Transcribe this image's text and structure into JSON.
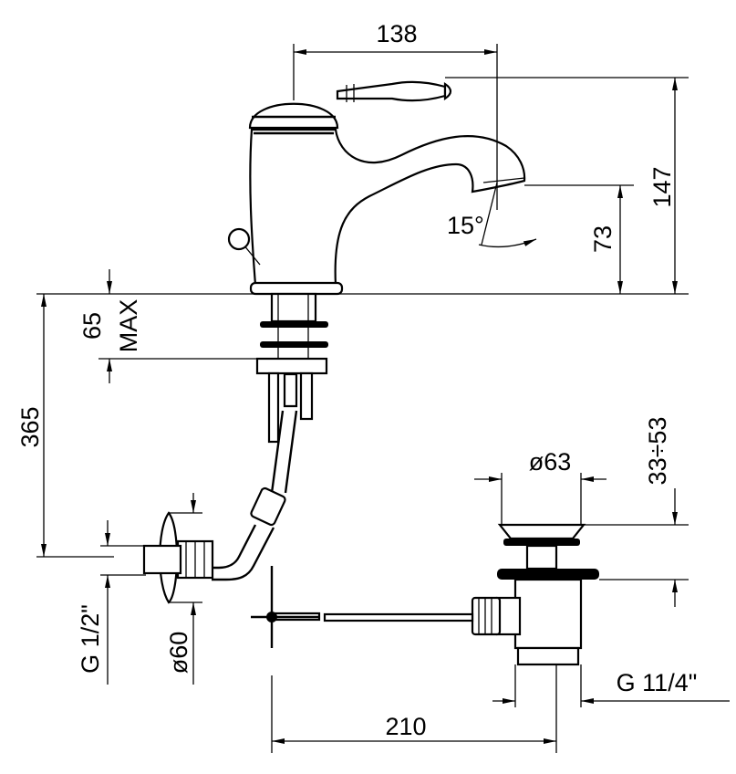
{
  "title": "Basin mixer with pop-up waste – dimension drawing",
  "dimensions": {
    "spout_reach": "138",
    "total_height": "147",
    "spout_height": "73",
    "spout_angle": "15°",
    "max_deck_thickness": "65",
    "max_label": "MAX",
    "hose_length": "365",
    "waste_diameter": "ø63",
    "waste_range": "33÷53",
    "supply_thread": "G 1/2\"",
    "escutcheon_diameter": "ø60",
    "waste_distance": "210",
    "waste_thread": "G 11/4\""
  }
}
